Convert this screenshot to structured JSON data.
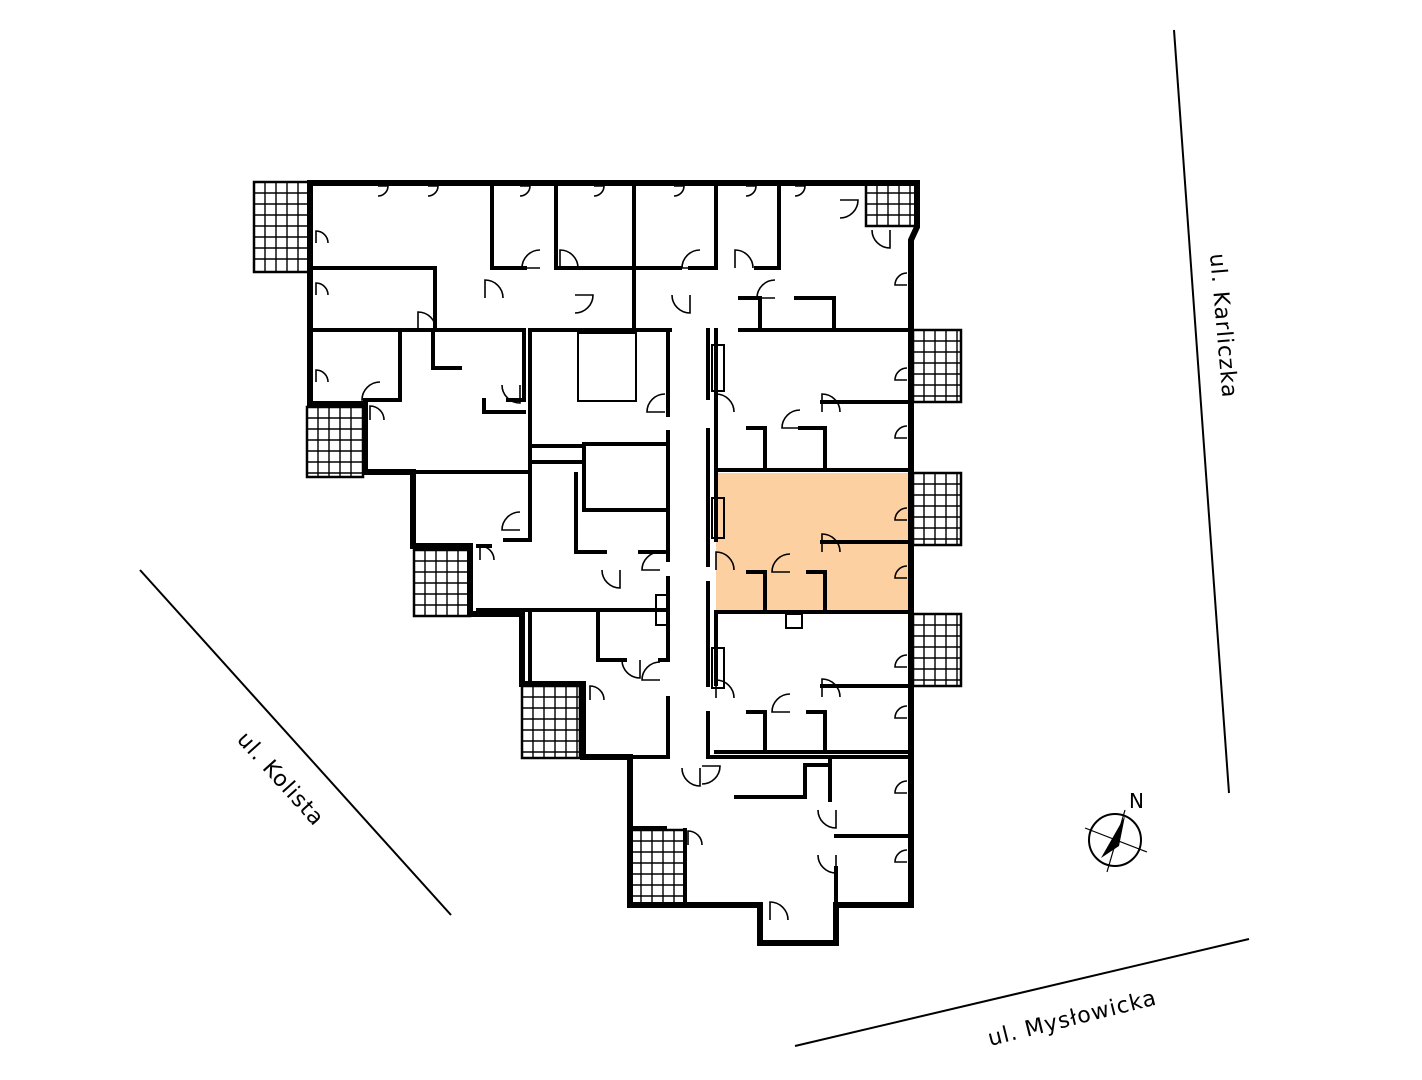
{
  "colors": {
    "highlight_fill": "#fdd0a2",
    "wall": "#000000",
    "background": "#ffffff"
  },
  "streets": {
    "karliczka": "ul. Karliczka",
    "kolista": "ul. Kolista",
    "myslowicka": "ul. Mysłowicka"
  },
  "compass": {
    "label": "N",
    "icon": "compass-north-icon"
  },
  "highlight": {
    "name": "selected-apartment"
  }
}
